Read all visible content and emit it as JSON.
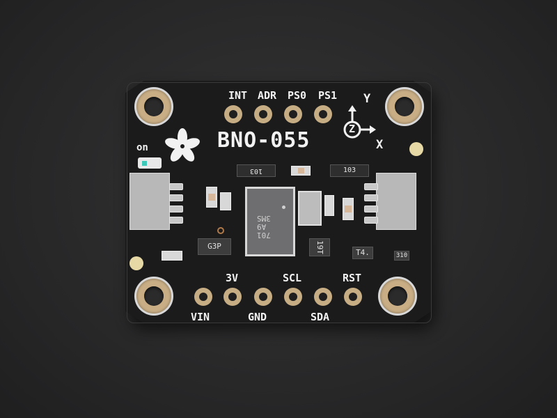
{
  "scene": {
    "description": "Product photo of a BNO-055 9-DOF orientation sensor breakout board on dark textured background",
    "background_color": "#2a2a2b",
    "board_color": "#1b1b1c",
    "pad_color": "#c9ae85",
    "silkscreen_color": "#f2f2f2"
  },
  "board": {
    "title": "BNO-055",
    "led_label": "on",
    "top_pins": [
      "INT",
      "ADR",
      "PS0",
      "PS1"
    ],
    "bottom_pins_upper": [
      "3V",
      "SCL",
      "RST"
    ],
    "bottom_pins_lower": [
      "VIN",
      "GND",
      "SDA"
    ],
    "axes": {
      "y": "Y",
      "z": "Z",
      "x": "X"
    },
    "main_chip_marking": [
      "701",
      "A9",
      "3MS"
    ],
    "resistor_network_left": "103",
    "resistor_network_right": "103",
    "regulator_marking": "G3P",
    "mosfet_marking": "19T",
    "diode_marking": "T4.",
    "small_resistor_marking": "310"
  }
}
